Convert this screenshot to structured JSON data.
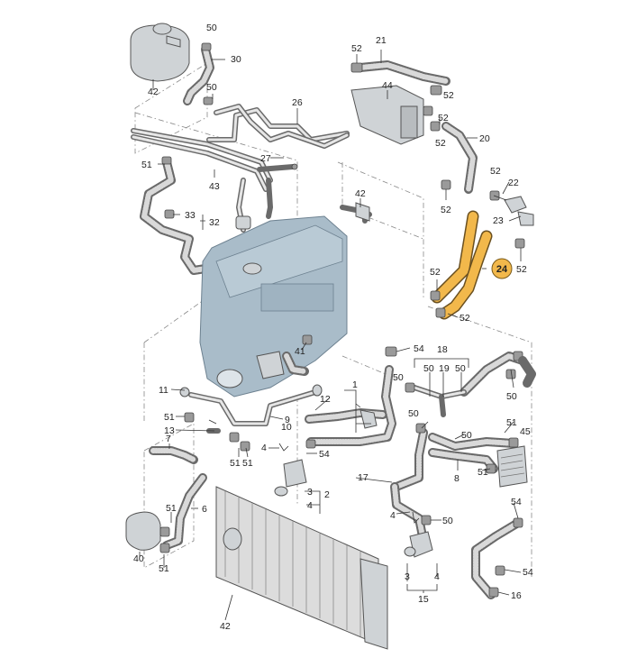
{
  "highlight_color": "#f2b84b",
  "callouts": [
    {
      "id": "c1",
      "text": "50"
    },
    {
      "id": "c2",
      "text": "30"
    },
    {
      "id": "c3",
      "text": "42"
    },
    {
      "id": "c4",
      "text": "50"
    },
    {
      "id": "c5",
      "text": "52"
    },
    {
      "id": "c6",
      "text": "21"
    },
    {
      "id": "c7",
      "text": "44"
    },
    {
      "id": "c8",
      "text": "52"
    },
    {
      "id": "c9",
      "text": "26"
    },
    {
      "id": "c10",
      "text": "52"
    },
    {
      "id": "c11",
      "text": "52"
    },
    {
      "id": "c12",
      "text": "20"
    },
    {
      "id": "c13",
      "text": "27"
    },
    {
      "id": "c14",
      "text": "51"
    },
    {
      "id": "c15",
      "text": "43"
    },
    {
      "id": "c16",
      "text": "42"
    },
    {
      "id": "c17",
      "text": "52"
    },
    {
      "id": "c18",
      "text": "22"
    },
    {
      "id": "c19",
      "text": "52"
    },
    {
      "id": "c20",
      "text": "23"
    },
    {
      "id": "c21",
      "text": "33"
    },
    {
      "id": "c22",
      "text": "32"
    },
    {
      "id": "c23",
      "text": "52"
    },
    {
      "id": "c24",
      "text": "52"
    },
    {
      "id": "c25",
      "text": "52"
    },
    {
      "id": "c26",
      "text": "41"
    },
    {
      "id": "c27",
      "text": "54"
    },
    {
      "id": "c28",
      "text": "18"
    },
    {
      "id": "c29",
      "text": "50"
    },
    {
      "id": "c30",
      "text": "19"
    },
    {
      "id": "c31",
      "text": "50"
    },
    {
      "id": "c32",
      "text": "11"
    },
    {
      "id": "c33",
      "text": "1"
    },
    {
      "id": "c34",
      "text": "50"
    },
    {
      "id": "c35",
      "text": "12"
    },
    {
      "id": "c36",
      "text": "51"
    },
    {
      "id": "c37",
      "text": "9"
    },
    {
      "id": "c38",
      "text": "10"
    },
    {
      "id": "c39",
      "text": "51"
    },
    {
      "id": "c40",
      "text": "45"
    },
    {
      "id": "c41",
      "text": "13"
    },
    {
      "id": "c42",
      "text": "50"
    },
    {
      "id": "c43",
      "text": "7"
    },
    {
      "id": "c44",
      "text": "4"
    },
    {
      "id": "c45",
      "text": "54"
    },
    {
      "id": "c46",
      "text": "51"
    },
    {
      "id": "c47",
      "text": "51"
    },
    {
      "id": "c48",
      "text": "8"
    },
    {
      "id": "c49",
      "text": "51"
    },
    {
      "id": "c50",
      "text": "17"
    },
    {
      "id": "c51",
      "text": "3"
    },
    {
      "id": "c52",
      "text": "2"
    },
    {
      "id": "c53",
      "text": "4"
    },
    {
      "id": "c54",
      "text": "51"
    },
    {
      "id": "c55",
      "text": "6"
    },
    {
      "id": "c56",
      "text": "54"
    },
    {
      "id": "c57",
      "text": "4"
    },
    {
      "id": "c58",
      "text": "50"
    },
    {
      "id": "c59",
      "text": "40"
    },
    {
      "id": "c60",
      "text": "51"
    },
    {
      "id": "c61",
      "text": "54"
    },
    {
      "id": "c62",
      "text": "3"
    },
    {
      "id": "c63",
      "text": "4"
    },
    {
      "id": "c64",
      "text": "16"
    },
    {
      "id": "c65",
      "text": "15"
    },
    {
      "id": "c66",
      "text": "42"
    },
    {
      "id": "c67",
      "text": "50"
    },
    {
      "id": "c68",
      "text": "50"
    }
  ],
  "highlighted_callout": {
    "text": "24"
  }
}
